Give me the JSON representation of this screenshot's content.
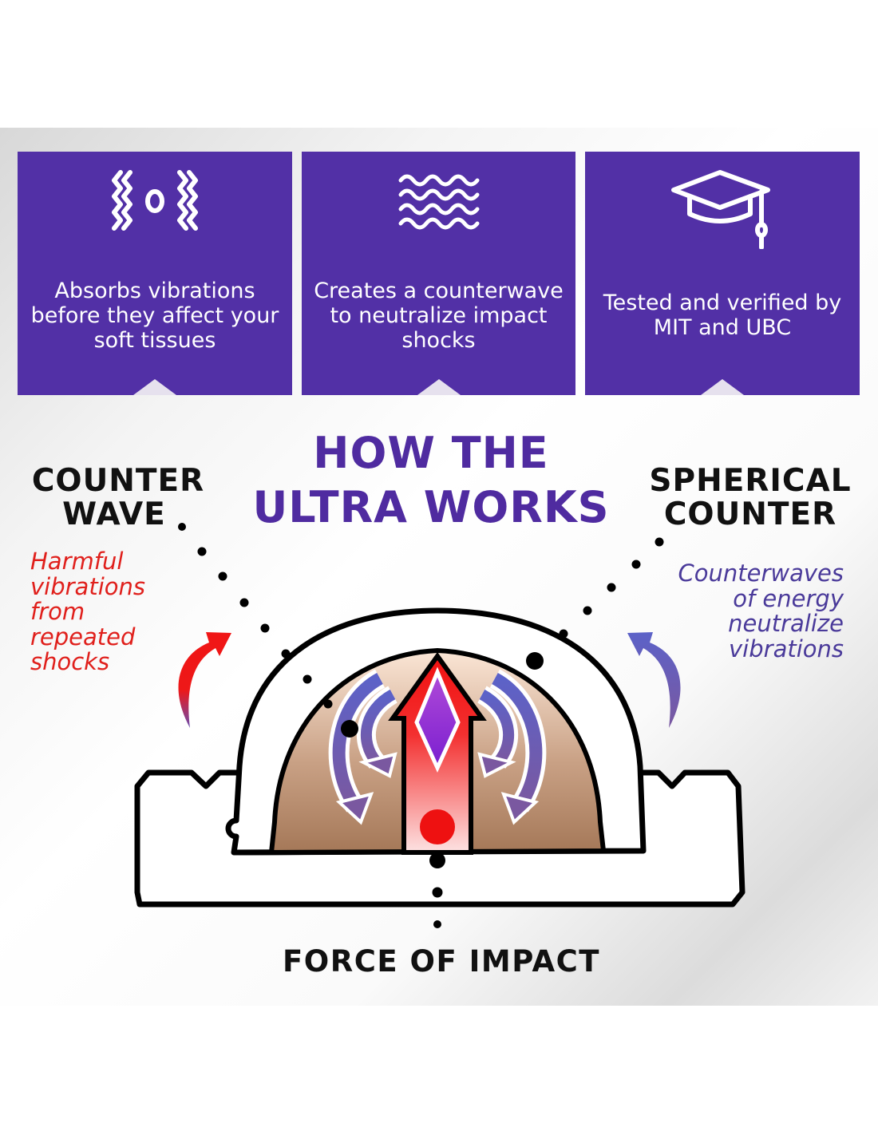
{
  "features": [
    {
      "icon": "vibration-absorb-icon",
      "text": "Absorbs vibrations before they affect your soft tissues"
    },
    {
      "icon": "waves-icon",
      "text": "Creates a counterwave to neutralize impact shocks"
    },
    {
      "icon": "graduation-cap-icon",
      "text": "Tested and verified by MIT and UBC"
    }
  ],
  "title": {
    "line1": "HOW THE",
    "line2": "ULTRA WORKS"
  },
  "left": {
    "heading1": "COUNTER",
    "heading2": "WAVE",
    "note": [
      "Harmful",
      "vibrations",
      "from",
      "repeated",
      "shocks"
    ]
  },
  "right": {
    "heading1": "SPHERICAL",
    "heading2": "COUNTER",
    "note": [
      "Counterwaves",
      "of energy",
      "neutralize",
      "vibrations"
    ]
  },
  "bottom_label": "FORCE OF IMPACT",
  "colors": {
    "purple": "#5230a6",
    "title": "#4f2ba0",
    "red": "#e0201c",
    "note_purple": "#4a3a9a"
  }
}
